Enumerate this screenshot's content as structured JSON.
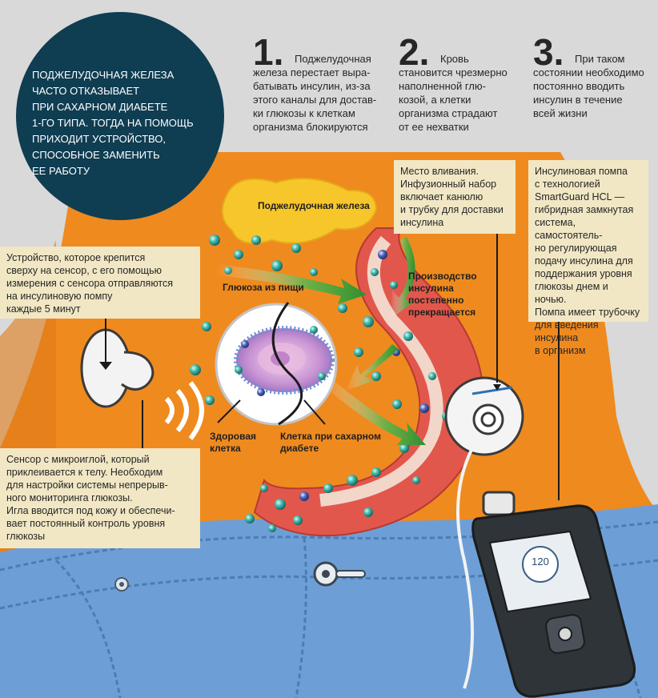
{
  "intro": {
    "text": "ПОДЖЕЛУДОЧНАЯ ЖЕЛЕЗА\nЧАСТО ОТКАЗЫВАЕТ\nПРИ САХАРНОМ ДИАБЕТЕ\n1-ГО ТИПА. ТОГДА НА ПОМОЩЬ\nПРИХОДИТ УСТРОЙСТВО,\nСПОСОБНОЕ ЗАМЕНИТЬ\nЕЕ РАБОТУ"
  },
  "steps": [
    {
      "number": "1.",
      "text": "Поджелудочная\nжелеза перестает выра-\nбатывать инсулин, из-за\nэтого каналы для достав-\nки глюкозы к клеткам\nорганизма блокируются"
    },
    {
      "number": "2.",
      "text": "Кровь\nстановится чрезмерно\nнаполненной глю-\nкозой, а клетки\nорганизма страдают\nот ее нехватки"
    },
    {
      "number": "3.",
      "text": "При таком\nсостоянии необходимо\nпостоянно вводить\nинсулин в течение\nвсей жизни"
    }
  ],
  "labels": {
    "pancreas": "Поджелудочная железа",
    "glucose_food": "Глюкоза из пищи",
    "insulin_stop": "Производство\nинсулина\nпостепенно\nпрекращается",
    "healthy_cell": "Здоровая\nклетка",
    "diabetic_cell": "Клетка при сахарном\nдиабете"
  },
  "notes": {
    "transmitter": "Устройство, которое крепится\nсверху на сенсор, с его помощью\nизмерения с сенсора отправляются\nна инсулиновую помпу\nкаждые 5 минут",
    "sensor": "Сенсор с микроиглой, который\nприклеивается к телу. Необходим\nдля настройки системы непрерыв-\nного мониторинга глюкозы.\nИгла вводится под кожу и обеспечи-\nвает постоянный контроль уровня\nглюкозы",
    "infusion": "Место вливания.\nИнфузионный набор\nвключает канюлю\nи трубку для доставки\nинсулина",
    "pump": "Инсулиновая помпа\nс технологией\nSmartGuard HCL —\nгибридная замкнутая\nсистема, самостоятель-\nно регулирующая\nподачу инсулина для\nподдержания уровня\nглюкозы днем и ночью.\nПомпа имеет трубочку\nдля введения инсулина\nв организм"
  },
  "pump": {
    "screen_value": "120"
  },
  "colors": {
    "background": "#d9d9d9",
    "circle": "#0f3d52",
    "skin": "#ef8a1f",
    "jeans": "#6d9fd6",
    "note_bg": "#f1e7c4",
    "pancreas": "#f7c62a",
    "blood_vessel": "#e2574c",
    "arrow": "#3c9a3a",
    "glucose": "#42b6a8",
    "pump_body": "#2f3438"
  }
}
